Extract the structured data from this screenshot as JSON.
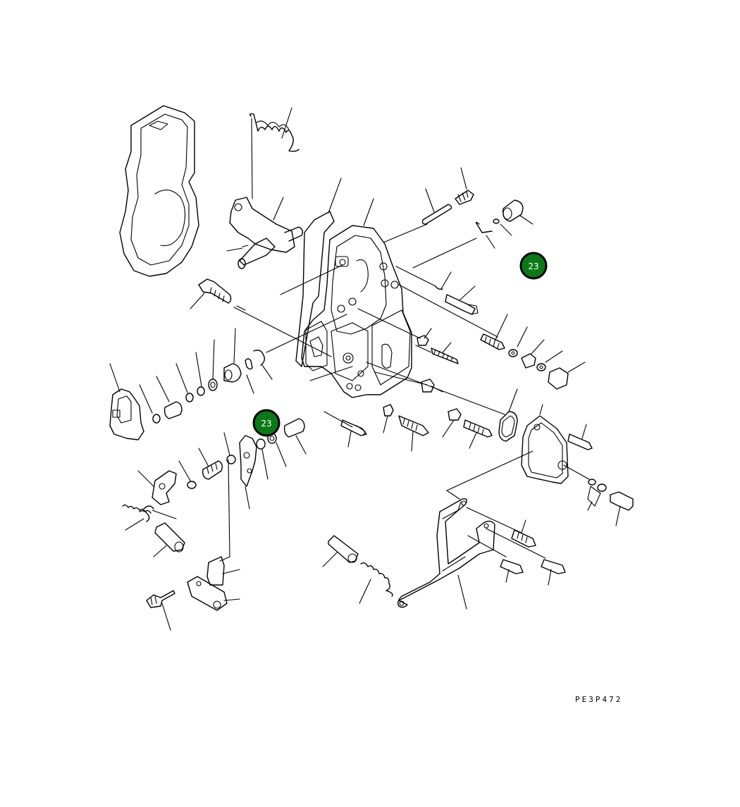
{
  "diagram": {
    "drawing_code": "PE3P472",
    "callouts": [
      {
        "label": "23",
        "color": "#0b7a16"
      },
      {
        "label": "23",
        "color": "#0b7a16"
      }
    ]
  }
}
